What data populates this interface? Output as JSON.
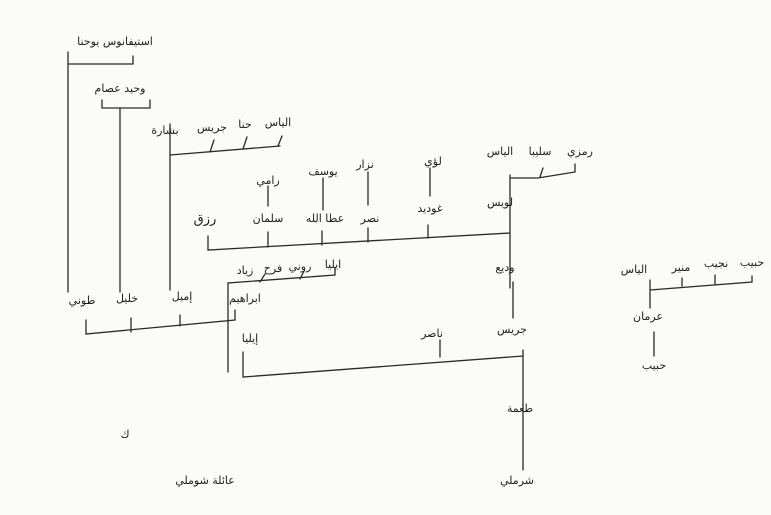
{
  "title": "عائلة شوملي",
  "corner_mark": "ك",
  "names": {
    "estephanos_yohanna": "استيفانوس يوحنا",
    "waheed_issam": "وحيد عصام",
    "bishara": "بشارة",
    "jiryes_top": "جريس",
    "hanna": "حنا",
    "elias_top": "الياس",
    "rami": "رامي",
    "yousef": "يوسف",
    "nizar": "نزار",
    "luay": "لؤي",
    "elias_mid": "الياس",
    "saliba": "سليبا",
    "ramzi": "رمزي",
    "louis": "لويس",
    "rizq": "رزق",
    "salman": "سلمان",
    "atallah": "عطا الله",
    "nasr": "نصر",
    "ghodeid": "غوديد",
    "wadih": "وديع",
    "ziad": "زياد",
    "farah": "فرح",
    "roni": "روني",
    "elia_upper": "ايليا",
    "toni": "طوني",
    "khalil": "خليل",
    "emil": "إميل",
    "ibrahim": "ابراهيم",
    "elia_lower": "إيليا",
    "nasser": "ناصر",
    "jiryes_lower": "جريس",
    "tohme": "طعمة",
    "shomali": "شرملي",
    "elias_right": "الياس",
    "munir": "منير",
    "najib": "نجيب",
    "habib_top": "حبيب",
    "orman": "عرمان",
    "habib_bottom": "حبيب"
  }
}
